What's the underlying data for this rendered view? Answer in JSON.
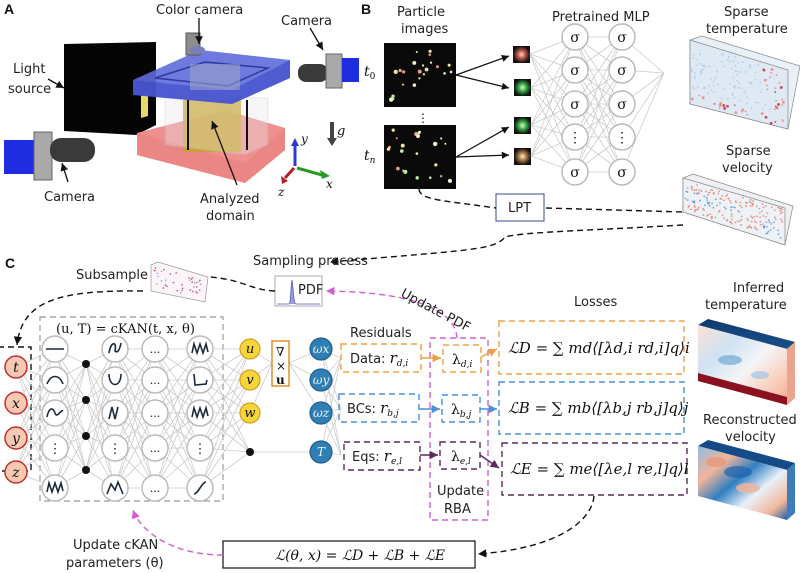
{
  "panels": {
    "a": "A",
    "b": "B",
    "c": "C"
  },
  "panel_a": {
    "color_camera": "Color camera",
    "camera_top": "Camera",
    "camera_bottom": "Camera",
    "light_source_1": "Light",
    "light_source_2": "source",
    "analyzed_1": "Analyzed",
    "analyzed_2": "domain",
    "gravity": "g",
    "axis_x": "x",
    "axis_y": "y",
    "axis_z": "z"
  },
  "panel_b": {
    "particle_1": "Particle",
    "particle_2": "images",
    "t0": "t",
    "t0_sub": "0",
    "tn": "t",
    "tn_sub": "n",
    "dots": "⋮",
    "mlp_title": "Pretrained MLP",
    "sigma": "σ",
    "sparse_temp_1": "Sparse",
    "sparse_temp_2": "temperature",
    "sparse_vel_1": "Sparse",
    "sparse_vel_2": "velocity",
    "lpt": "LPT"
  },
  "panel_c": {
    "subsample": "Subsample",
    "sampling": "Sampling process",
    "pdf": "PDF",
    "update_pdf": "Update PDF",
    "ckan_eq": "(u, T) = cKAN(t, x, θ)",
    "inputs": [
      "t",
      "x",
      "y",
      "z"
    ],
    "outputs_vel": [
      "u",
      "v",
      "w"
    ],
    "curl_1": "∇",
    "curl_2": "×",
    "curl_3": "u",
    "vorticity": [
      "ωx",
      "ωy",
      "ωz",
      "T"
    ],
    "ellipsis": "...",
    "vdots": "⋮",
    "residuals": "Residuals",
    "res_data": "Data: ",
    "res_data_sym": "r",
    "res_data_sub": "d,i",
    "res_bcs": "BCs: ",
    "res_bcs_sym": "r",
    "res_bcs_sub": "b,j",
    "res_eqs": "Eqs: ",
    "res_eqs_sym": "r",
    "res_eqs_sub": "e,l",
    "lambda": "λ",
    "lam_d_sub": "d,i",
    "lam_b_sub": "b,j",
    "lam_e_sub": "e,l",
    "update_rba_1": "Update",
    "update_rba_2": "RBA",
    "losses": "Losses",
    "loss_d": "ℒD = ∑ md⟨[λd,i rd,i]q⟩i",
    "loss_b": "ℒB = ∑ mb⟨[λb,j rb,j]q⟩j",
    "loss_e": "ℒE = ∑ me⟨[λe,l re,l]q⟩l",
    "total_loss": "ℒ(θ, x) = ℒD + ℒB + ℒE",
    "update_ckan_1": "Update cKAN",
    "update_ckan_2": "parameters (θ)",
    "inferred_1": "Inferred",
    "inferred_2": "temperature",
    "recon_1": "Reconstructed",
    "recon_2": "velocity"
  },
  "colors": {
    "data": "#f0a040",
    "bcs": "#4a90d9",
    "eqs": "#5a2a5a",
    "rba": "#d060d0",
    "input_fill": "#f7c9b3",
    "input_stroke": "#c03030",
    "vel_fill": "#f5d53a",
    "vort_fill": "#2f7fb5",
    "curl_box": "#e0902a"
  }
}
